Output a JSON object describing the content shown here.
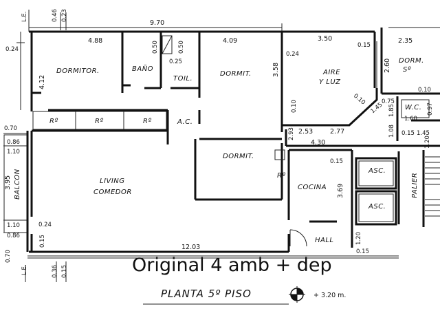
{
  "caption": {
    "title": "Original 4 amb + dep",
    "subtitle": "PLANTA 5º PISO",
    "level": "+ 3.20 m."
  },
  "rooms": {
    "dormitor": "DORMITOR.",
    "bano": "BAÑO",
    "toil": "TOIL.",
    "dormit_top": "DORMIT.",
    "aire_1": "AIRE",
    "aire_2": "Y LUZ",
    "dorm_s_1": "DORM.",
    "dorm_s_2": "Sº",
    "wc": "W.C.",
    "placard_1": "Rº",
    "placard_2": "Rº",
    "placard_3": "Rº",
    "ac": "A.C.",
    "dormit_mid": "DORMIT.",
    "placard_4": "Rº",
    "living_1": "LIVING",
    "living_2": "COMEDOR",
    "cocina": "COCINA",
    "asc_1": "ASC.",
    "asc_2": "ASC.",
    "hall": "HALL",
    "palier": "PALIER",
    "balcon": "BALCON",
    "le_top": "L.E.",
    "le_bottom": "L.E."
  },
  "dimensions": {
    "d_970": "9.70",
    "d_046": "0.46",
    "d_023": "0.23",
    "d_024_left": "0.24",
    "d_488": "4.88",
    "d_050_a": "0.50",
    "d_050_b": "0.50",
    "d_025": "0.25",
    "d_409": "4.09",
    "d_412": "4.12",
    "d_358": "3.58",
    "d_024_mid": "0.24",
    "d_350": "3.50",
    "d_015_a": "0.15",
    "d_235": "2.35",
    "d_260": "2.60",
    "d_010_a": "0.10",
    "d_010_b": "0.10",
    "d_010_c": "0.10",
    "d_075": "0.75",
    "d_145_a": "1.45",
    "d_185": "1.85",
    "d_160": "1.60",
    "d_097": "0.97",
    "d_015_b": "0.15",
    "d_145_b": "1.45",
    "d_070_top": "0.70",
    "d_086_top": "0.86",
    "d_110_top": "1.10",
    "d_253": "2.53",
    "d_277": "2.77",
    "d_108": "1.08",
    "d_293": "2.93",
    "d_430": "4.30",
    "d_120_right": "1.20",
    "d_015_c": "0.15",
    "d_395": "3.95",
    "d_369": "3.69",
    "d_110_bottom": "1.10",
    "d_024_bottom": "0.24",
    "d_086_bottom": "0.86",
    "d_070_bottom": "0.70",
    "d_015_d": "0.15",
    "d_1203": "12.03",
    "d_120_hall": "1.20",
    "d_015_e": "0.15",
    "d_036": "0.36",
    "d_015_f": "0.15"
  }
}
